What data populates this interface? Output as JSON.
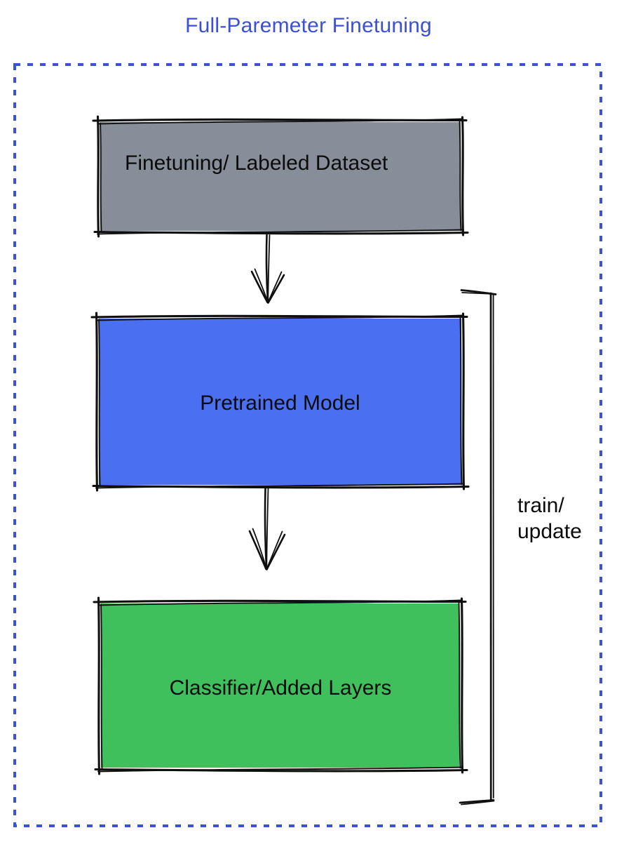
{
  "title": "Full-Paremeter Finetuning",
  "nodes": [
    {
      "id": "finetuning-dataset",
      "label": "Finetuning/ Labeled Dataset",
      "fill": "#878E99"
    },
    {
      "id": "pretrained-model",
      "label": "Pretrained Model",
      "fill": "#4A6FF0"
    },
    {
      "id": "classifier-added-layers",
      "label": "Classifier/Added Layers",
      "fill": "#3FC05C"
    }
  ],
  "edges": [
    {
      "from": "finetuning-dataset",
      "to": "pretrained-model",
      "label": ""
    },
    {
      "from": "pretrained-model",
      "to": "classifier-added-layers",
      "label": ""
    }
  ],
  "bracket_label": {
    "line1": "train/",
    "line2": "update"
  },
  "colors": {
    "title_text": "#3B50D6",
    "dashed_border": "#3A51DB",
    "sketch_stroke": "#0f0f0f",
    "node_text": "#0b0b0b"
  }
}
